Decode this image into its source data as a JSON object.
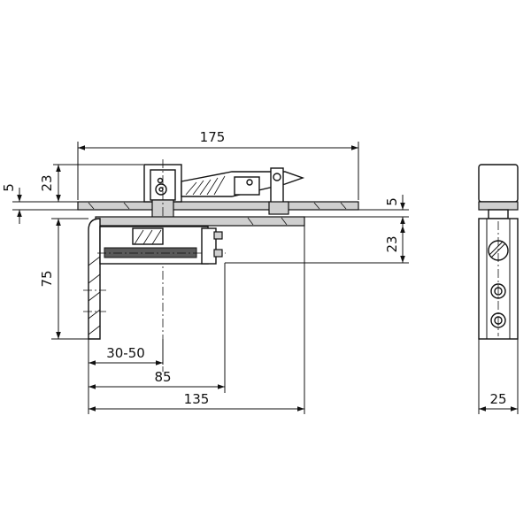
{
  "dimensions": {
    "overall_width": "175",
    "top_height": "23",
    "plate_thickness_left": "5",
    "plate_thickness_right": "5",
    "arm_height": "23",
    "bracket_height": "75",
    "offset_range": "30-50",
    "pivot_distance": "85",
    "base_length": "135",
    "side_width": "25"
  }
}
